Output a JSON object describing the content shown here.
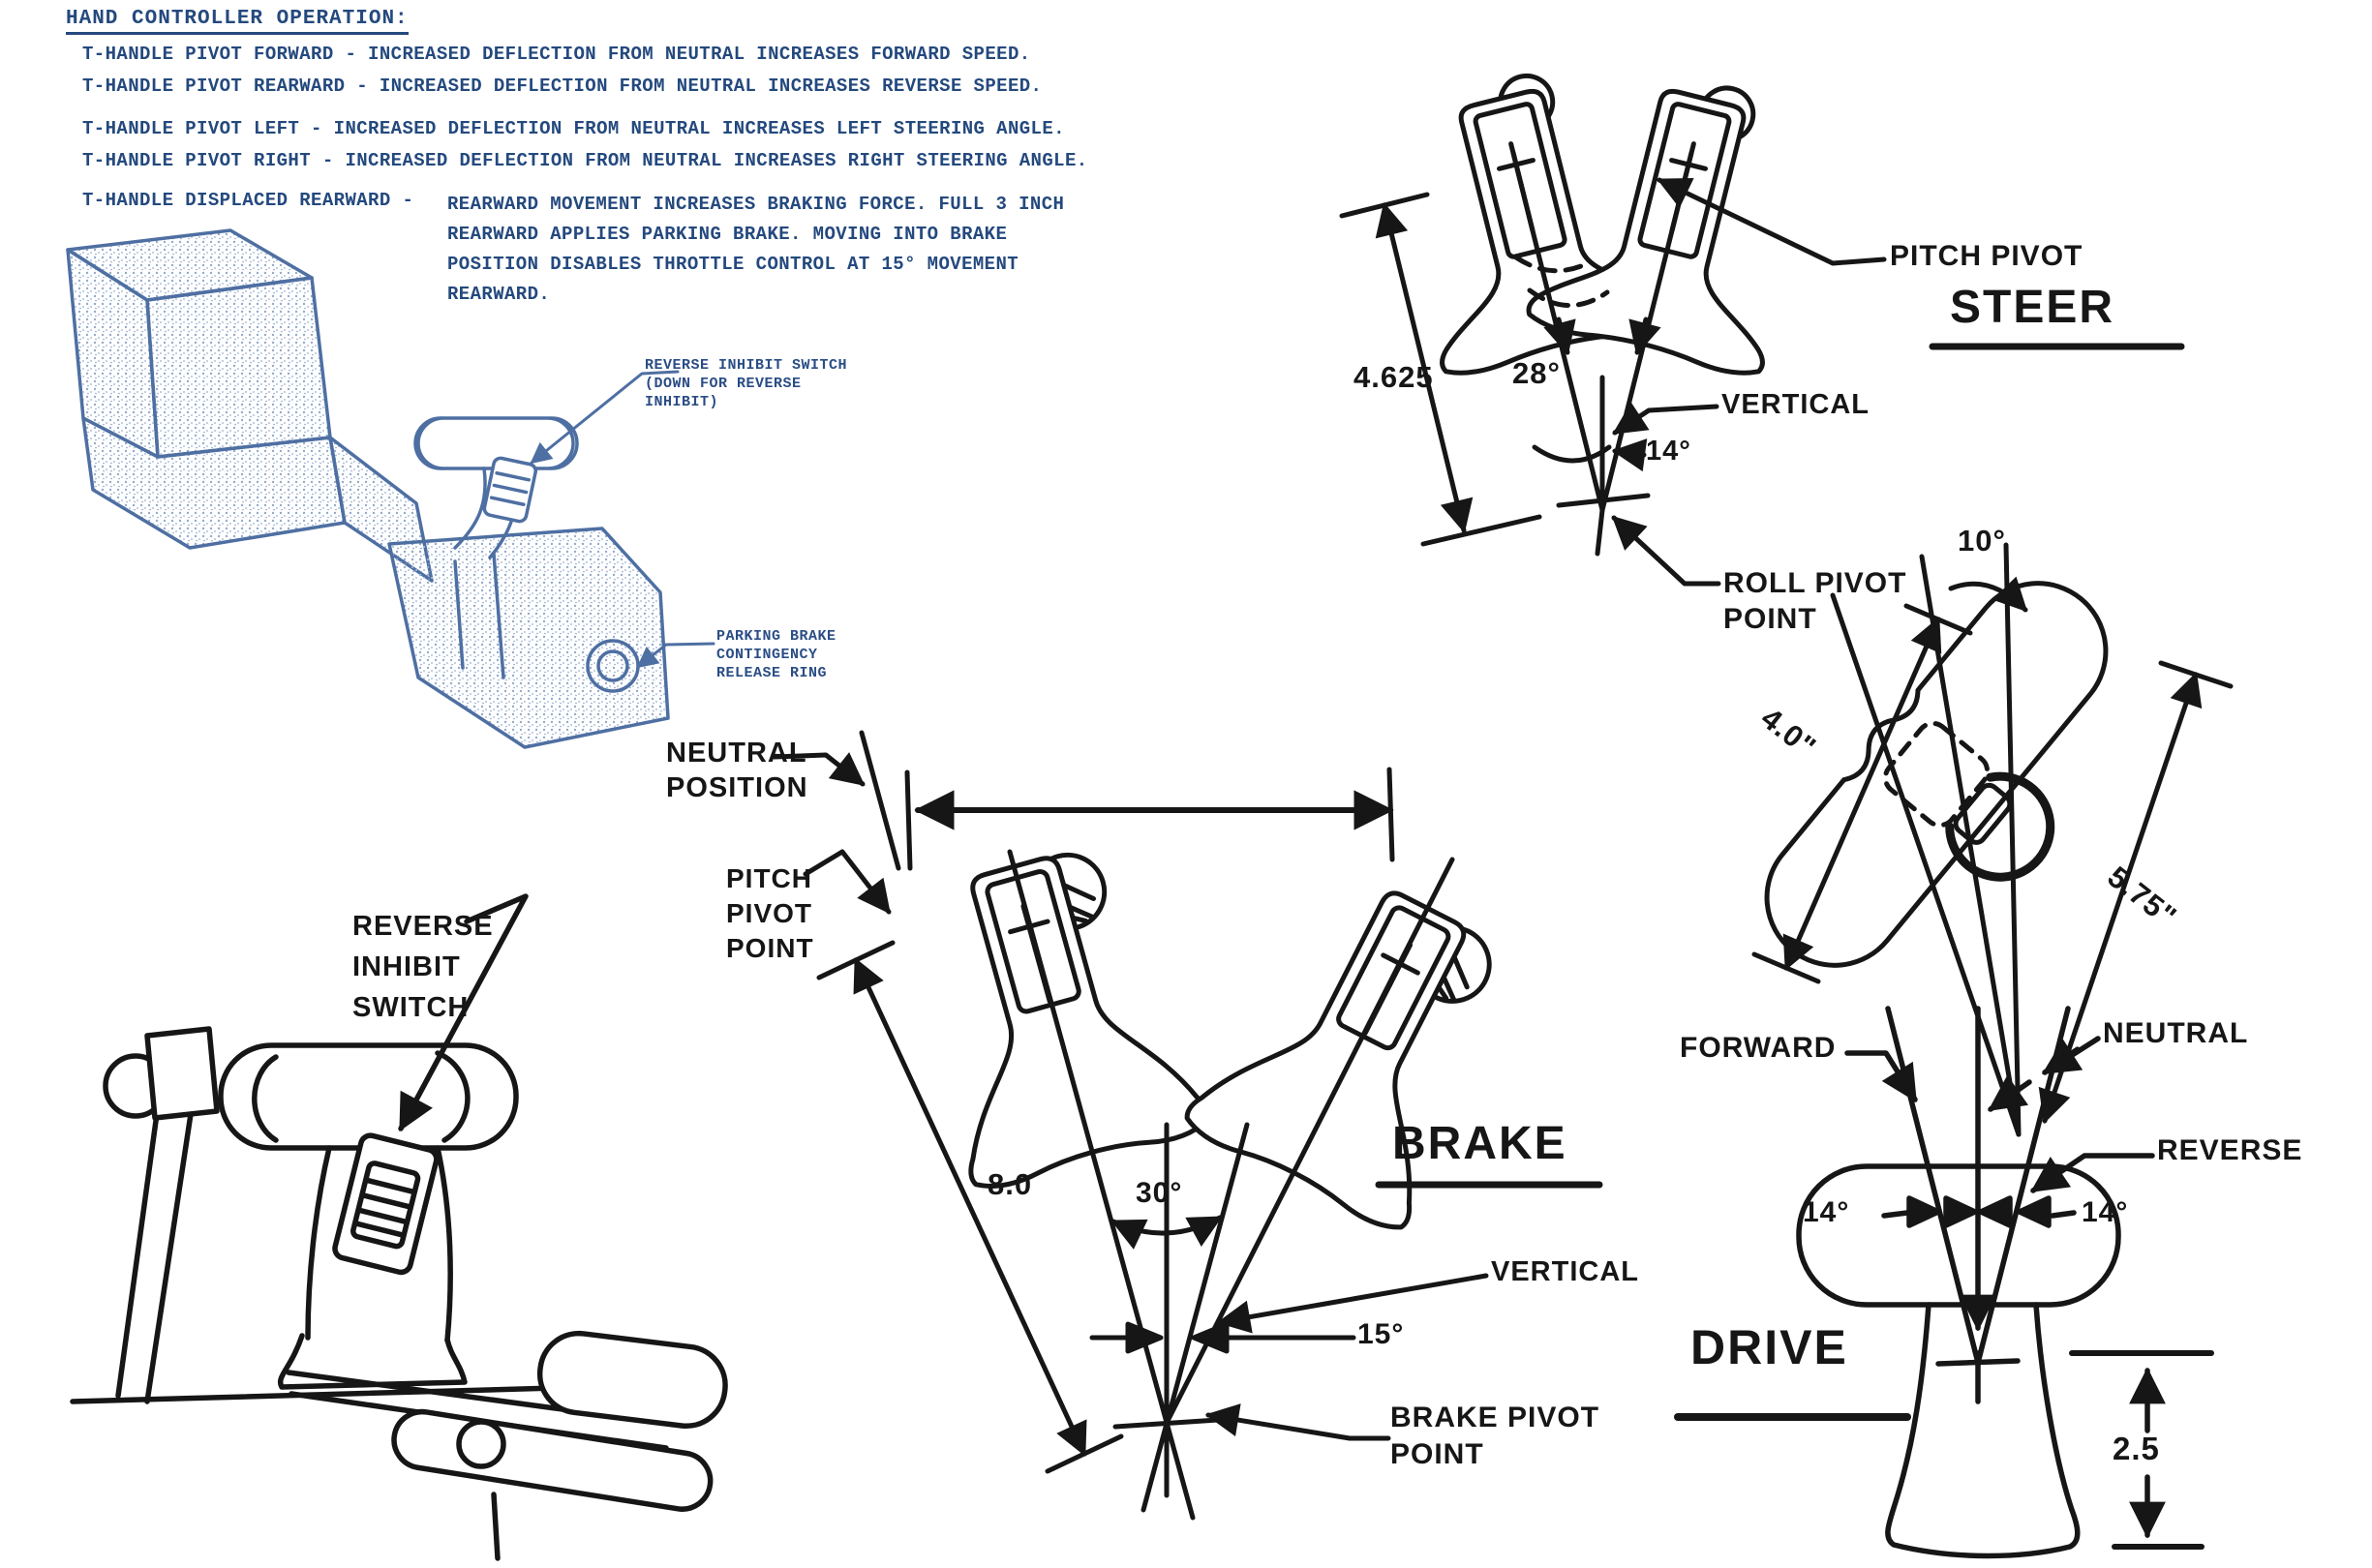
{
  "colors": {
    "ink": "#161616",
    "blue_text": "#24497e",
    "blue_line": "#3f639b",
    "paper": "#ffffff"
  },
  "notes": {
    "title": "HAND CONTROLLER OPERATION:",
    "lines": [
      "T-HANDLE PIVOT FORWARD - INCREASED DEFLECTION FROM NEUTRAL INCREASES FORWARD SPEED.",
      "T-HANDLE PIVOT REARWARD - INCREASED DEFLECTION FROM NEUTRAL INCREASES REVERSE SPEED.",
      "T-HANDLE PIVOT LEFT - INCREASED DEFLECTION FROM NEUTRAL INCREASES LEFT STEERING ANGLE.",
      "T-HANDLE PIVOT RIGHT - INCREASED DEFLECTION FROM NEUTRAL INCREASES RIGHT STEERING ANGLE."
    ],
    "line5_term": "T-HANDLE DISPLACED REARWARD -",
    "line5_desc": "REARWARD MOVEMENT INCREASES BRAKING FORCE.  FULL 3 INCH\nREARWARD APPLIES PARKING BRAKE.  MOVING INTO BRAKE\nPOSITION DISABLES THROTTLE CONTROL AT 15° MOVEMENT\nREARWARD."
  },
  "sketch": {
    "reverse_inhibit_note": "REVERSE INHIBIT SWITCH\n(DOWN FOR REVERSE\nINHIBIT)",
    "parking_brake_note": "PARKING BRAKE\nCONTINGENCY\nRELEASE RING"
  },
  "handle_drawing": {
    "reverse_inhibit_label": "REVERSE\nINHIBIT\nSWITCH"
  },
  "steer": {
    "title": "STEER",
    "dim_length": "4.625",
    "angle_span": "28°",
    "angle_from_vertical": "14°",
    "vertical_label": "VERTICAL",
    "pitch_pivot_label": "PITCH PIVOT",
    "roll_pivot_label": "ROLL PIVOT\nPOINT"
  },
  "top_view": {
    "angle": "10°",
    "dim_width": "4.0\"",
    "dim_length": "5.75\""
  },
  "drive": {
    "title": "DRIVE",
    "forward_label": "FORWARD",
    "neutral_label": "NEUTRAL",
    "reverse_label": "REVERSE",
    "angle_left": "14°",
    "angle_right": "14°",
    "dim_height": "2.5"
  },
  "brake": {
    "title": "BRAKE",
    "neutral_position_label": "NEUTRAL\nPOSITION",
    "pitch_pivot_label": "PITCH\nPIVOT\nPOINT",
    "dim_length": "8.0",
    "angle_span": "30°",
    "vertical_label": "VERTICAL",
    "angle_from_vertical": "15°",
    "brake_pivot_label": "BRAKE PIVOT\nPOINT"
  }
}
